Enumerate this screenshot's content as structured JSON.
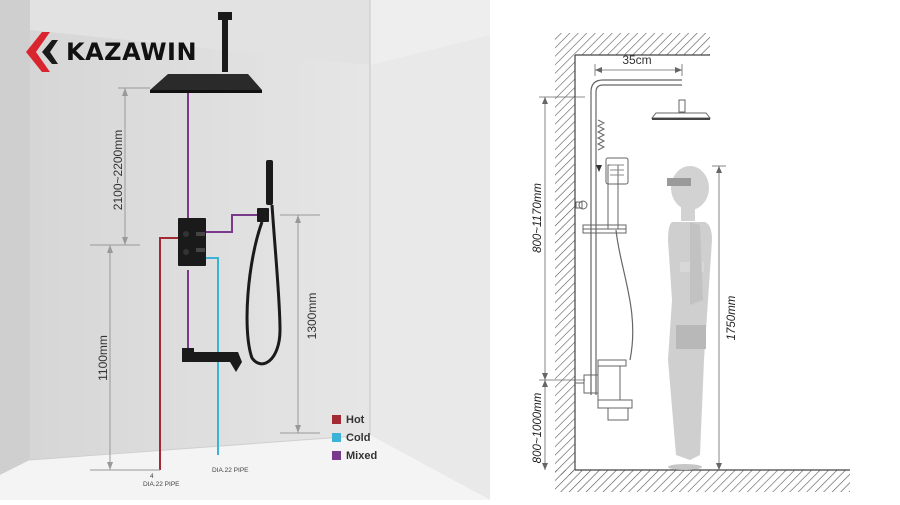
{
  "brand": {
    "name": "KAZAWIN",
    "logo": "kazawin-chevron-logo"
  },
  "left_diagram": {
    "dimensions": {
      "ceiling_height": "2100~2200mm",
      "valve_height": "1100mm",
      "slide_bar_height": "1300mm"
    },
    "pipes": {
      "left_pipe": "4\nDIA.22 PIPE",
      "right_pipe": "DIA.22 PIPE"
    },
    "legend": [
      {
        "label": "Hot",
        "color": "#a12a34"
      },
      {
        "label": "Cold",
        "color": "#3bb3d6"
      },
      {
        "label": "Mixed",
        "color": "#7a3a8c"
      }
    ],
    "colors": {
      "wall": "#dcdcdc",
      "floor": "#f3f3f3",
      "fixture": "#1a1a1a",
      "dimension": "#999999"
    }
  },
  "right_diagram": {
    "dimensions": {
      "arm_length": "35cm",
      "upper_range": "800~1170mm",
      "person_height": "1750mm",
      "lower_range": "800~1000mm"
    },
    "colors": {
      "line": "#555555",
      "person": "#cfcfcf"
    }
  }
}
